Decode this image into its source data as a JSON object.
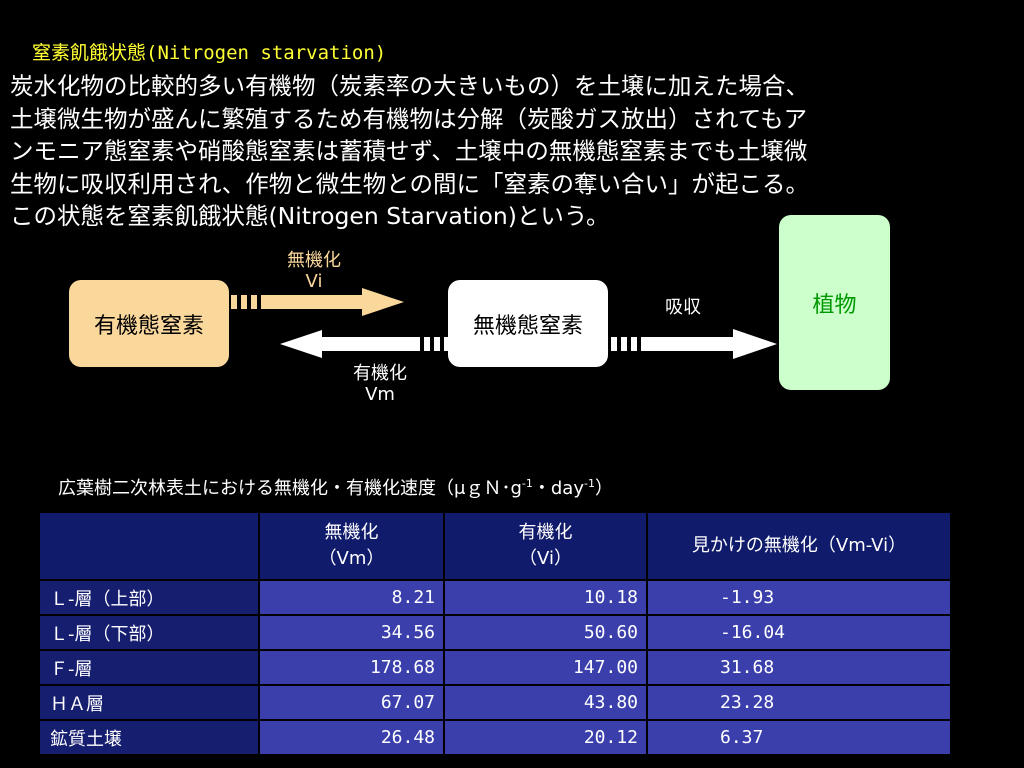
{
  "slide": {
    "title": "窒素飢餓状態(Nitrogen starvation)",
    "body_lines": [
      "炭水化物の比較的多い有機物（炭素率の大きいもの）を土壌に加えた場合、",
      "土壌微生物が盛んに繁殖するため有機物は分解（炭酸ガス放出）されてもア",
      "ンモニア態窒素や硝酸態窒素は蓄積せず、土壌中の無機態窒素までも土壌微",
      "生物に吸収利用され、作物と微生物との間に「窒素の奪い合い」が起こる。",
      "この状態を窒素飢餓状態(Nitrogen Starvation)という。"
    ]
  },
  "diagram": {
    "organic_box": "有機態窒素",
    "inorganic_box": "無機態窒素",
    "plant_box": "植物",
    "mineralization": {
      "label": "無機化",
      "symbol": "Vi"
    },
    "immobilization": {
      "label": "有機化",
      "symbol": "Vm"
    },
    "uptake": {
      "label": "吸収"
    },
    "colors": {
      "organic_fill": "#fad79b",
      "inorganic_fill": "#ffffff",
      "plant_fill": "#ccffcc",
      "plant_text": "#009900",
      "mineral_arrow": "#fad79b",
      "title_text": "#ffff33"
    }
  },
  "table": {
    "caption_main": "広葉樹二次林表土における無機化・有機化速度（μｇＮ･g",
    "caption_sup1": "-1",
    "caption_mid": "・day",
    "caption_sup2": "-1",
    "caption_end": "）",
    "headers": [
      {
        "line1": "",
        "line2": ""
      },
      {
        "line1": "無機化",
        "line2": "（Vm）"
      },
      {
        "line1": "有機化",
        "line2": "（Vi）"
      },
      {
        "line1": "見かけの無機化（Vm-Vi）",
        "line2": ""
      }
    ],
    "rows": [
      {
        "label": "Ｌ-層（上部）",
        "vm": "8.21",
        "vi": "10.18",
        "apparent": "-1.93"
      },
      {
        "label": "Ｌ-層（下部）",
        "vm": "34.56",
        "vi": "50.60",
        "apparent": "-16.04"
      },
      {
        "label": "Ｆ-層",
        "vm": "178.68",
        "vi": "147.00",
        "apparent": "31.68"
      },
      {
        "label": "ＨＡ層",
        "vm": "67.07",
        "vi": "43.80",
        "apparent": "23.28"
      },
      {
        "label": "鉱質土壌",
        "vm": "26.48",
        "vi": "20.12",
        "apparent": "6.37"
      }
    ],
    "colors": {
      "header_bg": "#111b6b",
      "row_label_bg": "#161e70",
      "cell_bg": "#3a3fab"
    }
  }
}
